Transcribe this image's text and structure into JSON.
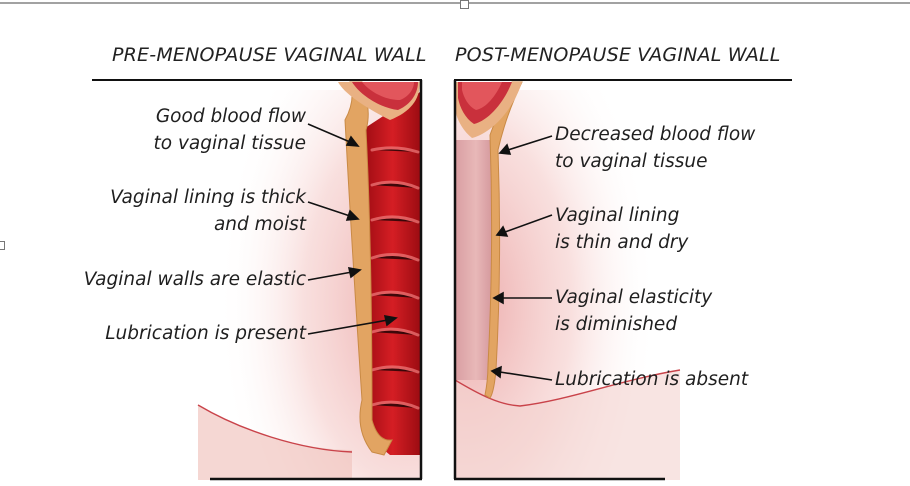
{
  "panels": {
    "pre": {
      "title": "PRE-MENOPAUSE VAGINAL  WALL",
      "labels": [
        {
          "line1": "Good blood flow",
          "line2": "to vaginal tissue"
        },
        {
          "line1": "Vaginal lining is thick",
          "line2": "and moist"
        },
        {
          "line1": "Vaginal walls are elastic",
          "line2": ""
        },
        {
          "line1": "Lubrication is present",
          "line2": ""
        }
      ]
    },
    "post": {
      "title": "POST-MENOPAUSE VAGINAL  WALL",
      "labels": [
        {
          "line1": "Decreased blood flow",
          "line2": "to vaginal tissue"
        },
        {
          "line1": "Vaginal lining",
          "line2": "is thin and dry"
        },
        {
          "line1": "Vaginal elasticity",
          "line2": "is diminished"
        },
        {
          "line1": "Lubrication is absent",
          "line2": ""
        }
      ]
    }
  },
  "colors": {
    "tissue_red": "#c8141c",
    "lining_tan": "#e3a866",
    "post_tissue": "#dfa7a8",
    "skin_pink": "#f2c4c0",
    "frame": "#111111"
  }
}
